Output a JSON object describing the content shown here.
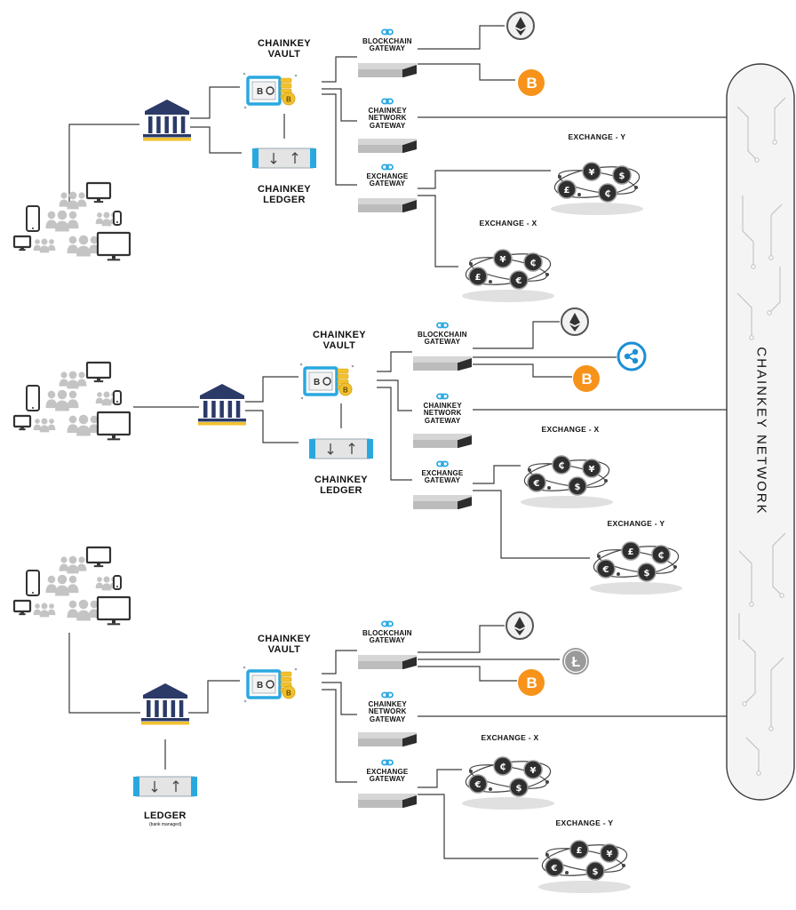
{
  "network": {
    "label": "CHAINKEY NETWORK"
  },
  "colors": {
    "line": "#3a3a3a",
    "bank": "#2b3a67",
    "bank_accent": "#f2c12e",
    "vault_blue": "#29a8e0",
    "gold": "#f2c12e",
    "bitcoin": "#f7931a",
    "ripple": "#1a8fd6",
    "litecoin": "#9a9a9a",
    "ethereum": "#5a5a5a",
    "coin_dark": "#2f2f2f",
    "device": "#333333",
    "people": "#c4c4c4",
    "gateway_top": "#d6d6d6",
    "gateway_side": "#2d2d2d",
    "network_fill": "#f4f4f4"
  },
  "groups": [
    {
      "vault_label": [
        "CHAINKEY",
        "VAULT"
      ],
      "ledger_label": [
        "CHAINKEY",
        "LEDGER"
      ],
      "gateways": [
        {
          "name": "blockchain",
          "lines": [
            "BLOCKCHAIN",
            "GATEWAY"
          ],
          "icon": "link-icon"
        },
        {
          "name": "network",
          "lines": [
            "CHAINKEY",
            "NETWORK",
            "GATEWAY"
          ],
          "icon": "link-icon"
        },
        {
          "name": "exchange",
          "lines": [
            "EXCHANGE",
            "GATEWAY"
          ],
          "icon": "link-icon"
        }
      ],
      "coins": [
        "ethereum-icon",
        "bitcoin-icon"
      ],
      "exchanges": [
        "EXCHANGE - Y",
        "EXCHANGE - X"
      ]
    },
    {
      "vault_label": [
        "CHAINKEY",
        "VAULT"
      ],
      "ledger_label": [
        "CHAINKEY",
        "LEDGER"
      ],
      "gateways": [
        {
          "name": "blockchain",
          "lines": [
            "BLOCKCHAIN",
            "GATEWAY"
          ],
          "icon": "link-icon"
        },
        {
          "name": "network",
          "lines": [
            "CHAINKEY",
            "NETWORK",
            "GATEWAY"
          ],
          "icon": "link-icon"
        },
        {
          "name": "exchange",
          "lines": [
            "EXCHANGE",
            "GATEWAY"
          ],
          "icon": "link-icon"
        }
      ],
      "coins": [
        "ethereum-icon",
        "ripple-icon",
        "bitcoin-icon"
      ],
      "exchanges": [
        "EXCHANGE - X",
        "EXCHANGE - Y"
      ]
    },
    {
      "vault_label": [
        "CHAINKEY",
        "VAULT"
      ],
      "ledger_label": [
        "LEDGER"
      ],
      "ledger_sublabel": "(bank managed)",
      "gateways": [
        {
          "name": "blockchain",
          "lines": [
            "BLOCKCHAIN",
            "GATEWAY"
          ],
          "icon": "link-icon"
        },
        {
          "name": "network",
          "lines": [
            "CHAINKEY",
            "NETWORK",
            "GATEWAY"
          ],
          "icon": "link-icon"
        },
        {
          "name": "exchange",
          "lines": [
            "EXCHANGE",
            "GATEWAY"
          ],
          "icon": "link-icon"
        }
      ],
      "coins": [
        "ethereum-icon",
        "litecoin-icon",
        "bitcoin-icon"
      ],
      "exchanges": [
        "EXCHANGE - X",
        "EXCHANGE - Y"
      ]
    }
  ]
}
